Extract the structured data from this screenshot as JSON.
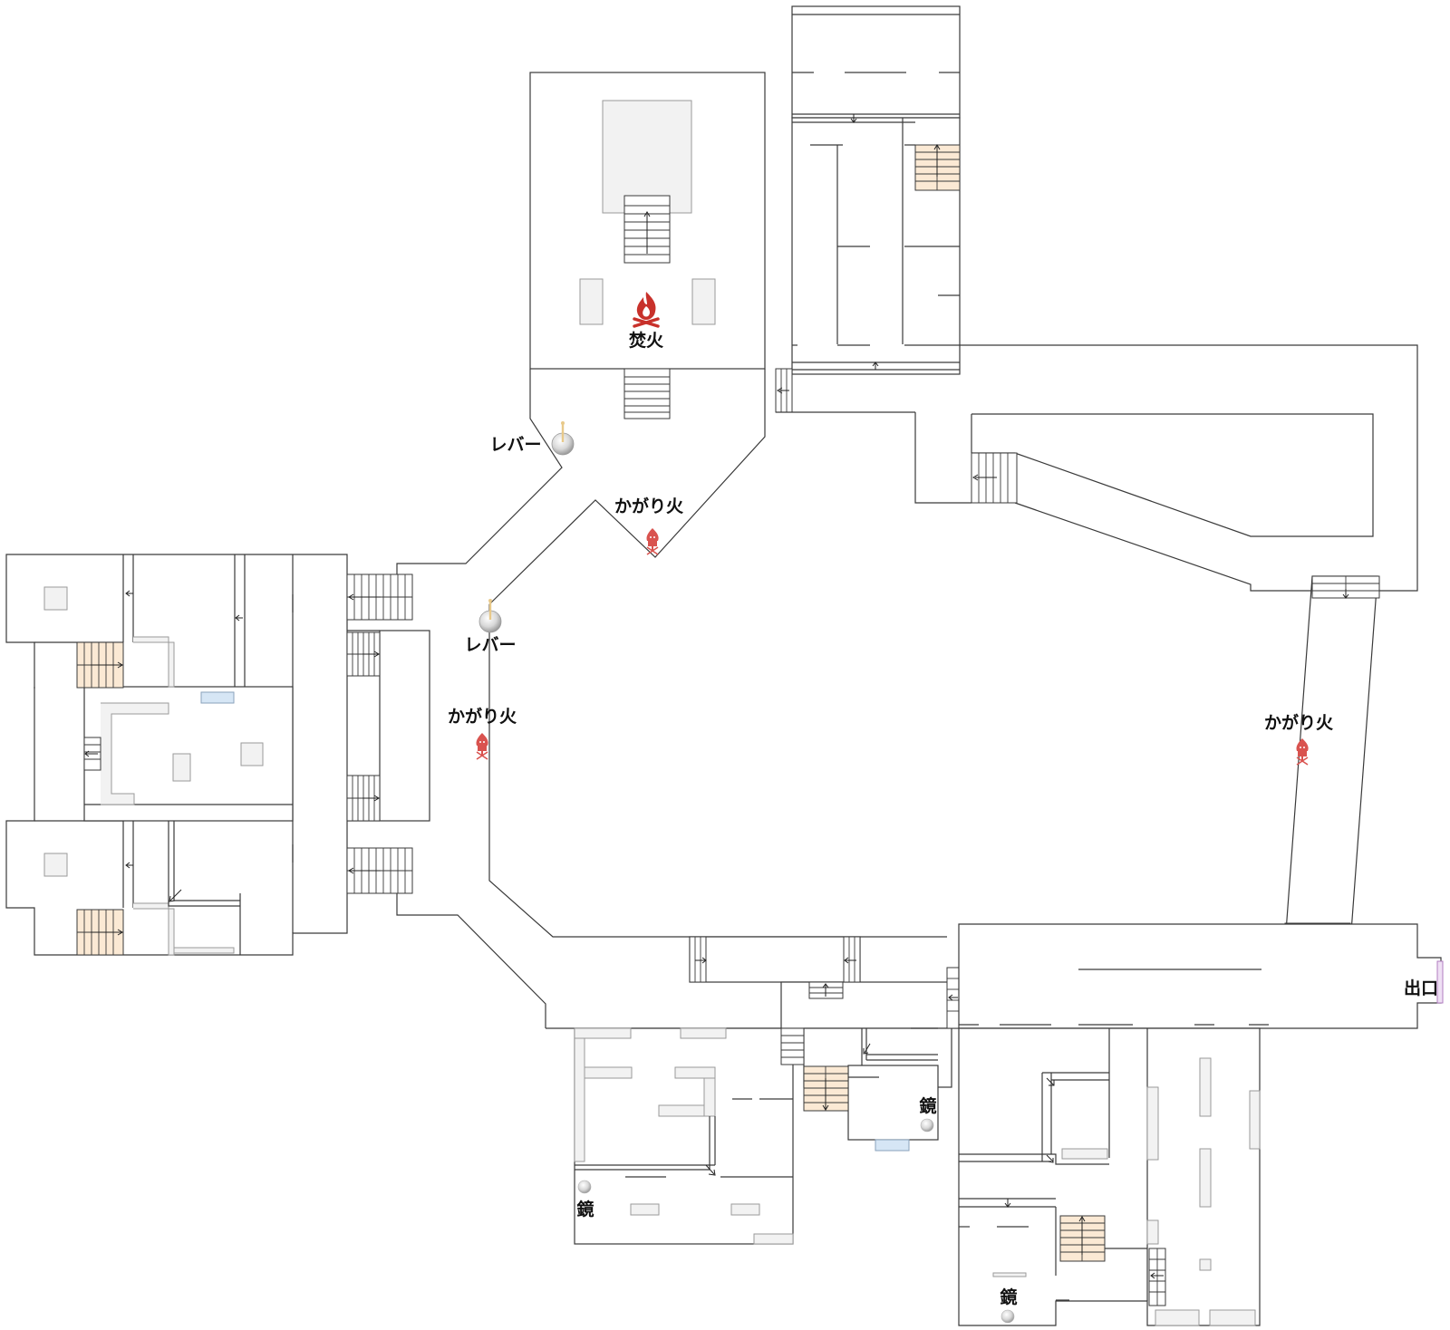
{
  "labels": {
    "bonfire": "焚火",
    "lever": "レバー",
    "brazier": "かがり火",
    "mirror": "鏡",
    "exit": "出口"
  },
  "icons": {
    "bonfire": "bonfire-icon",
    "brazier": "brazier-icon",
    "lever": "lever-icon",
    "mirror": "mirror-orb-icon",
    "stairs": "stairs-icon",
    "exit_door": "exit-door-icon"
  },
  "colors": {
    "wall": "#3a3a3a",
    "fire_red": "#c8312b",
    "brazier_red": "#d9534f",
    "stair_tan": "#fbe9d4",
    "glass_blue": "#d6e6f5",
    "furniture_gray": "#f2f2f2",
    "exit_purple": "#b07cc0"
  }
}
